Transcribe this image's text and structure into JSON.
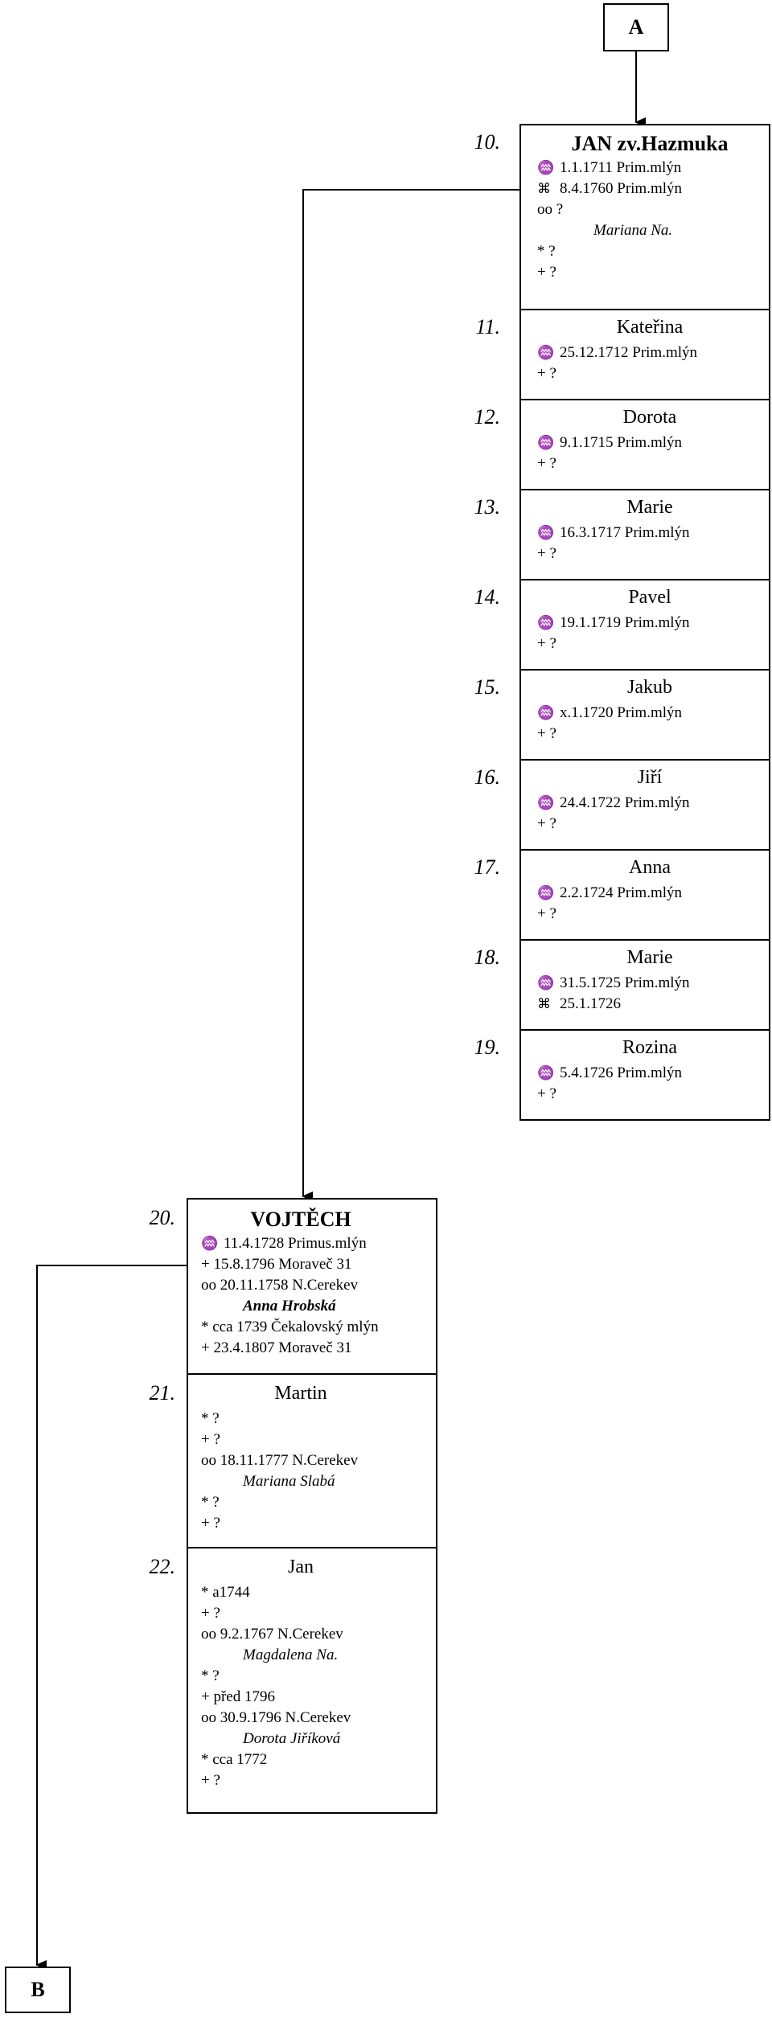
{
  "markers": {
    "top": "A",
    "bottom": "B"
  },
  "panel_1": [
    {
      "num": "10.",
      "name": "JAN  zv.Hazmuka",
      "bold": true,
      "lines": [
        {
          "sym": "♒",
          "text": "1.1.1711 Prim.mlýn"
        },
        {
          "sym": "⌘",
          "text": "8.4.1760 Prim.mlýn"
        },
        {
          "sym": "",
          "text": "oo ?"
        },
        {
          "sym": "",
          "text": "Mariana Na.",
          "spouse": true
        },
        {
          "sym": "",
          "text": "* ?"
        },
        {
          "sym": "",
          "text": "+ ?"
        }
      ]
    },
    {
      "num": "11.",
      "name": "Kateřina",
      "lines": [
        {
          "sym": "♒",
          "text": "25.12.1712 Prim.mlýn"
        },
        {
          "sym": "",
          "text": "+ ?"
        }
      ]
    },
    {
      "num": "12.",
      "name": "Dorota",
      "lines": [
        {
          "sym": "♒",
          "text": "9.1.1715 Prim.mlýn"
        },
        {
          "sym": "",
          "text": "+ ?"
        }
      ]
    },
    {
      "num": "13.",
      "name": "Marie",
      "lines": [
        {
          "sym": "♒",
          "text": "16.3.1717 Prim.mlýn"
        },
        {
          "sym": "",
          "text": "+ ?"
        }
      ]
    },
    {
      "num": "14.",
      "name": "Pavel",
      "lines": [
        {
          "sym": "♒",
          "text": "19.1.1719 Prim.mlýn"
        },
        {
          "sym": "",
          "text": "+ ?"
        }
      ]
    },
    {
      "num": "15.",
      "name": "Jakub",
      "lines": [
        {
          "sym": "♒",
          "text": "x.1.1720 Prim.mlýn"
        },
        {
          "sym": "",
          "text": "+ ?"
        }
      ]
    },
    {
      "num": "16.",
      "name": "Jiří",
      "lines": [
        {
          "sym": "♒",
          "text": "24.4.1722 Prim.mlýn"
        },
        {
          "sym": "",
          "text": "+ ?"
        }
      ]
    },
    {
      "num": "17.",
      "name": "Anna",
      "lines": [
        {
          "sym": "♒",
          "text": "2.2.1724 Prim.mlýn"
        },
        {
          "sym": "",
          "text": "+ ?"
        }
      ]
    },
    {
      "num": "18.",
      "name": "Marie",
      "lines": [
        {
          "sym": "♒",
          "text": "31.5.1725 Prim.mlýn"
        },
        {
          "sym": "⌘",
          "text": "25.1.1726"
        }
      ]
    },
    {
      "num": "19.",
      "name": "Rozina",
      "lines": [
        {
          "sym": "♒",
          "text": "5.4.1726 Prim.mlýn"
        },
        {
          "sym": "",
          "text": "+ ?"
        }
      ]
    }
  ],
  "panel_2": [
    {
      "num": "20.",
      "name": "VOJTĚCH",
      "bold": true,
      "lines": [
        {
          "sym": "♒",
          "text": "11.4.1728 Primus.mlýn"
        },
        {
          "sym": "",
          "text": "+ 15.8.1796 Moraveč 31"
        },
        {
          "sym": "",
          "text": "oo 20.11.1758 N.Cerekev"
        },
        {
          "sym": "",
          "text": "Anna Hrobská",
          "spouse": true,
          "bold": true
        },
        {
          "sym": "",
          "text": "* cca 1739 Čekalovský mlýn"
        },
        {
          "sym": "",
          "text": "+ 23.4.1807 Moraveč 31"
        }
      ]
    },
    {
      "num": "21.",
      "name": "Martin",
      "lines": [
        {
          "sym": "",
          "text": "* ?"
        },
        {
          "sym": "",
          "text": "+ ?"
        },
        {
          "sym": "",
          "text": "oo 18.11.1777 N.Cerekev"
        },
        {
          "sym": "",
          "text": "Mariana Slabá",
          "spouse": true
        },
        {
          "sym": "",
          "text": "* ?"
        },
        {
          "sym": "",
          "text": "+ ?"
        }
      ]
    },
    {
      "num": "22.",
      "name": "Jan",
      "lines": [
        {
          "sym": "",
          "text": "* a1744"
        },
        {
          "sym": "",
          "text": "+ ?"
        },
        {
          "sym": "",
          "text": "oo 9.2.1767 N.Cerekev"
        },
        {
          "sym": "",
          "text": "Magdalena Na.",
          "spouse": true
        },
        {
          "sym": "",
          "text": "* ?"
        },
        {
          "sym": "",
          "text": "+ před 1796"
        },
        {
          "sym": "",
          "text": "oo 30.9.1796 N.Cerekev"
        },
        {
          "sym": "",
          "text": "Dorota Jiříková",
          "spouse": true
        },
        {
          "sym": "",
          "text": "* cca 1772"
        },
        {
          "sym": "",
          "text": "+ ?"
        }
      ]
    }
  ]
}
